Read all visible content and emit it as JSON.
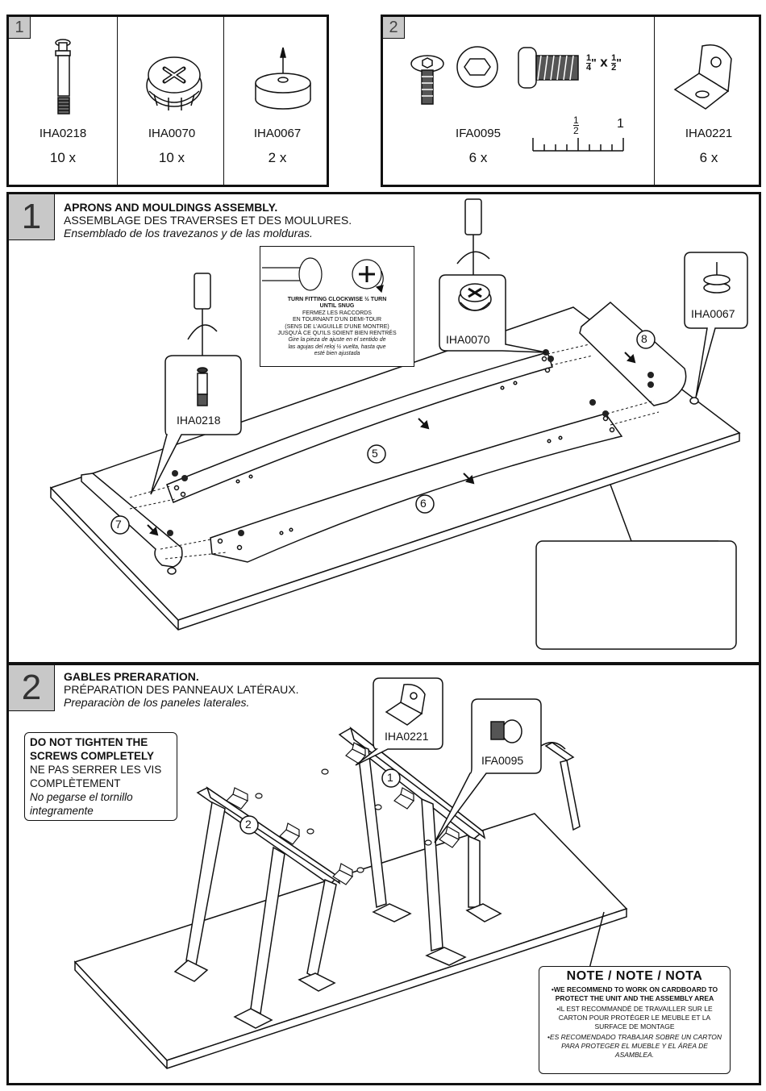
{
  "hardware_box_1": {
    "tag": "1",
    "items": [
      {
        "code": "IHA0218",
        "qty": "10 x",
        "icon": "cam-bolt-icon"
      },
      {
        "code": "IHA0070",
        "qty": "10 x",
        "icon": "cam-lock-icon"
      },
      {
        "code": "IHA0067",
        "qty": "2 x",
        "icon": "furniture-glide-icon"
      }
    ]
  },
  "hardware_box_2": {
    "tag": "2",
    "items": [
      {
        "code": "IFA0095",
        "qty": "6 x",
        "icon": "hex-screw-icon",
        "size_whole": "",
        "size_a_num": "1",
        "size_a_den": "4",
        "size_b_num": "1",
        "size_b_den": "2",
        "size_x": "x",
        "ruler_half_num": "1",
        "ruler_half_den": "2",
        "ruler_one": "1"
      },
      {
        "code": "IHA0221",
        "qty": "6 x",
        "icon": "l-bracket-icon"
      }
    ]
  },
  "step1": {
    "number": "1",
    "title_en": "APRONS AND MOULDINGS ASSEMBLY.",
    "title_fr": "ASSEMBLAGE DES TRAVERSES ET DES MOULURES.",
    "title_es": "Ensemblado de los travezanos y de las molduras.",
    "callouts": {
      "bolt": "IHA0218",
      "cam": "IHA0070",
      "glide": "IHA0067"
    },
    "turn_box": {
      "line1": "TURN FITTING CLOCKWISE ½ TURN",
      "line2": "UNTIL SNUG",
      "line3": "FERMEZ LES RACCORDS",
      "line4": "EN TOURNANT D'UN DEMI-TOUR",
      "line5": "(SENS DE L'AIGUILLE D'UNE MONTRE)",
      "line6": "JUSQU'À CE QU'ILS SOIENT BIEN  RENTRÉS",
      "line7": "Gire la pieza de ajuste en el sentido de",
      "line8": "las agujas del reloj ½ vuelta, hasta que",
      "line9": "esté bien ajustada"
    },
    "parts": {
      "p5": "5",
      "p6": "6",
      "p7": "7",
      "p8": "8"
    }
  },
  "step2": {
    "number": "2",
    "title_en": "GABLES PRERARATION.",
    "title_fr": "PRÉPARATION DES PANNEAUX LATÉRAUX.",
    "title_es": "Preparaciòn de los paneles laterales.",
    "callouts": {
      "bracket": "IHA0221",
      "screw": "IFA0095"
    },
    "parts": {
      "p1": "1",
      "p2": "2"
    },
    "caution": {
      "en1": "DO NOT TIGHTEN THE",
      "en2": "SCREWS COMPLETELY",
      "fr1": "NE PAS SERRER LES VIS",
      "fr2": "COMPLÈTEMENT",
      "es1": "No pegarse el tornillo",
      "es2": "integramente"
    },
    "note": {
      "title": "NOTE / NOTE / NOTA",
      "en": "•WE RECOMMEND TO WORK ON CARDBOARD TO PROTECT THE UNIT AND THE ASSEMBLY AREA",
      "fr": "•IL EST RECOMMANDÉ DE TRAVAILLER SUR LE CARTON POUR PROTÉGER LE MEUBLE ET LA SURFACE DE MONTAGE",
      "es": "•ES RECOMENDADO TRABAJAR SOBRE UN CARTON PARA PROTEGER EL MUEBLE Y EL ÁREA DE ASAMBLEA."
    }
  }
}
